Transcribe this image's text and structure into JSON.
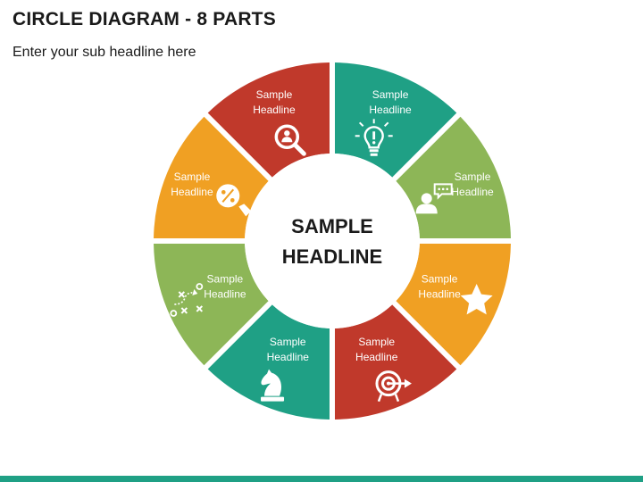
{
  "header": {
    "title": "CIRCLE DIAGRAM - 8 PARTS",
    "subtitle": "Enter your sub headline here"
  },
  "center": {
    "line1": "SAMPLE",
    "line2": "HEADLINE"
  },
  "colors": {
    "red": "#C0392B",
    "teal": "#1FA085",
    "green": "#8DB657",
    "orange": "#F0A023",
    "bar": "#1FA085"
  },
  "segments": [
    {
      "line1": "Sample",
      "line2": "Headline",
      "color": "#1FA085",
      "icon": "lightbulb-icon"
    },
    {
      "line1": "Sample",
      "line2": "Headline",
      "color": "#8DB657",
      "icon": "person-speech-bubble-icon"
    },
    {
      "line1": "Sample",
      "line2": "Headline",
      "color": "#F0A023",
      "icon": "star-icon"
    },
    {
      "line1": "Sample",
      "line2": "Headline",
      "color": "#C0392B",
      "icon": "target-arrow-icon"
    },
    {
      "line1": "Sample",
      "line2": "Headline",
      "color": "#1FA085",
      "icon": "chess-knight-icon"
    },
    {
      "line1": "Sample",
      "line2": "Headline",
      "color": "#8DB657",
      "icon": "strategy-play-icon"
    },
    {
      "line1": "Sample",
      "line2": "Headline",
      "color": "#F0A023",
      "icon": "percent-tag-icon"
    },
    {
      "line1": "Sample",
      "line2": "Headline",
      "color": "#C0392B",
      "icon": "search-person-icon"
    }
  ]
}
